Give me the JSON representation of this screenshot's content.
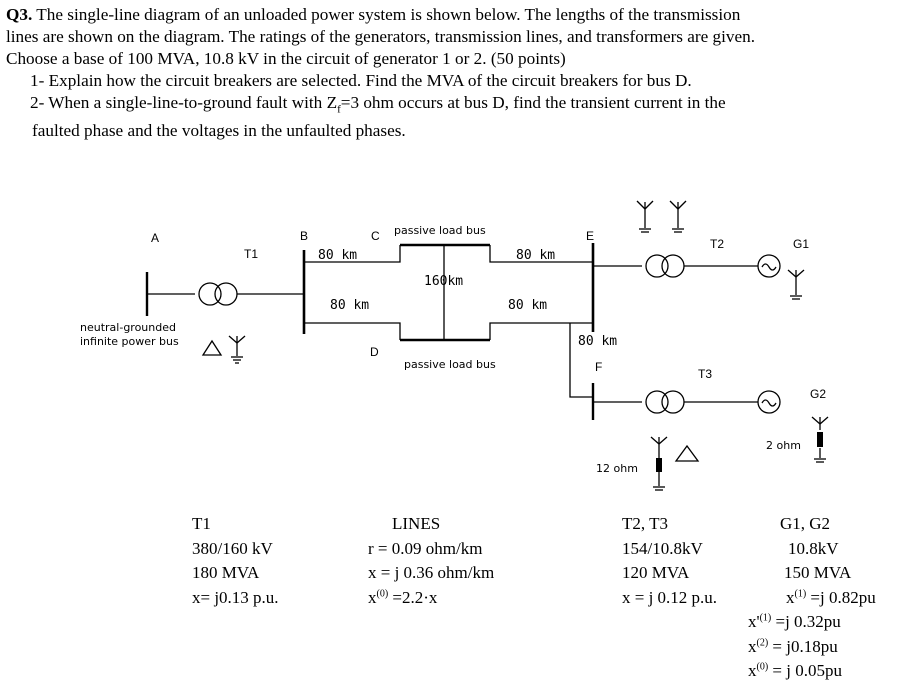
{
  "question": {
    "number": "Q3.",
    "line1": " The single-line diagram of an unloaded power system is shown below. The lengths of the transmission",
    "line2": "lines are shown on the diagram. The ratings of the generators, transmission lines, and transformers are given.",
    "line3": "Choose a base of 100 MVA, 10.8 kV in the circuit of generator 1 or 2. (50 points)",
    "item1": "1- Explain how the circuit breakers are selected. Find the MVA of the circuit breakers for bus  D.",
    "item2a": "2- When a single-line-to-ground fault with Z",
    "item2_sub": "f",
    "item2b": "=3 ohm   occurs at bus D, find the transient current in the",
    "item2c": "faulted phase and the voltages in the unfaulted phases."
  },
  "diagram": {
    "buses": {
      "A": "A",
      "B": "B",
      "C": "C",
      "D": "D",
      "E": "E",
      "F": "F"
    },
    "transformers": {
      "T1": "T1",
      "T2": "T2",
      "T3": "T3"
    },
    "generators": {
      "G1": "G1",
      "G2": "G2"
    },
    "lines": {
      "bc": "80 km",
      "bd": "80 km",
      "cd": "160km",
      "ce": "80 km",
      "de": "80 km",
      "ef": "80 km"
    },
    "labels": {
      "passive_top": "passive load bus",
      "passive_bottom": "passive load bus",
      "infinite_1": "neutral-grounded",
      "infinite_2": "infinite power bus",
      "ground_f": "12 ohm",
      "ground_g2": "2 ohm"
    }
  },
  "ratings": {
    "t1": {
      "title": "T1",
      "voltage": "380/160 kV",
      "mva": "180 MVA",
      "x": "x= j0.13 p.u."
    },
    "lines": {
      "title": "LINES",
      "r": "r = 0.09 ohm/km",
      "x": "x = j 0.36 ohm/km",
      "x0_pre": "x",
      "x0_sup": "(0)",
      "x0_post": " =2.2·x"
    },
    "t23": {
      "title": "T2, T3",
      "voltage": "154/10.8kV",
      "mva": "120 MVA",
      "x": "x = j 0.12 p.u."
    },
    "gen": {
      "title": "G1, G2",
      "voltage": "10.8kV",
      "mva": "150 MVA",
      "x1_pre": "x",
      "x1_sup": "(1)",
      "x1_post": " =j 0.82pu",
      "xp1_pre": "x'",
      "xp1_sup": "(1)",
      "xp1_post": " =j 0.32pu",
      "x2_pre": "x",
      "x2_sup": "(2)",
      "x2_post": "  = j0.18pu",
      "x0_pre": "x",
      "x0_sup": "(0)",
      "x0_post": "  = j 0.05pu"
    }
  }
}
